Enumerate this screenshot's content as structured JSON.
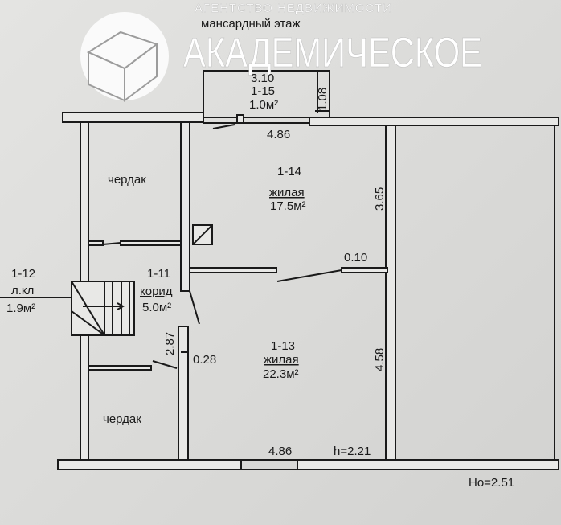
{
  "plan": {
    "floor_title": "мансардный этаж",
    "rooms": [
      {
        "id": "1-15",
        "name": "",
        "area": "1.0м²"
      },
      {
        "id": "1-14",
        "name": "жилая",
        "area": "17.5м²"
      },
      {
        "id": "1-13",
        "name": "жилая",
        "area": "22.3м²"
      },
      {
        "id": "1-12",
        "name": "л.кл",
        "area": "1.9м²"
      },
      {
        "id": "1-11",
        "name": "корид",
        "area": "5.0м²"
      }
    ],
    "attic_labels": [
      "чердак",
      "чердак"
    ],
    "dimensions": {
      "top_small_width": "3.10",
      "top_small_height": "1.08",
      "top_width": "4.86",
      "bottom_width": "4.86",
      "right_upper": "3.65",
      "right_lower": "4.58",
      "partition": "0.10",
      "corridor_height": "2.87",
      "wall_thickness": "0.28",
      "ceiling_height": "h=2.21",
      "base_height": "Ho=2.51"
    }
  },
  "watermark": {
    "agency": "АГЕНТСТВО НЕДВИЖИМОСТИ",
    "brand": "АКАДЕМИЧЕСКОЕ"
  }
}
